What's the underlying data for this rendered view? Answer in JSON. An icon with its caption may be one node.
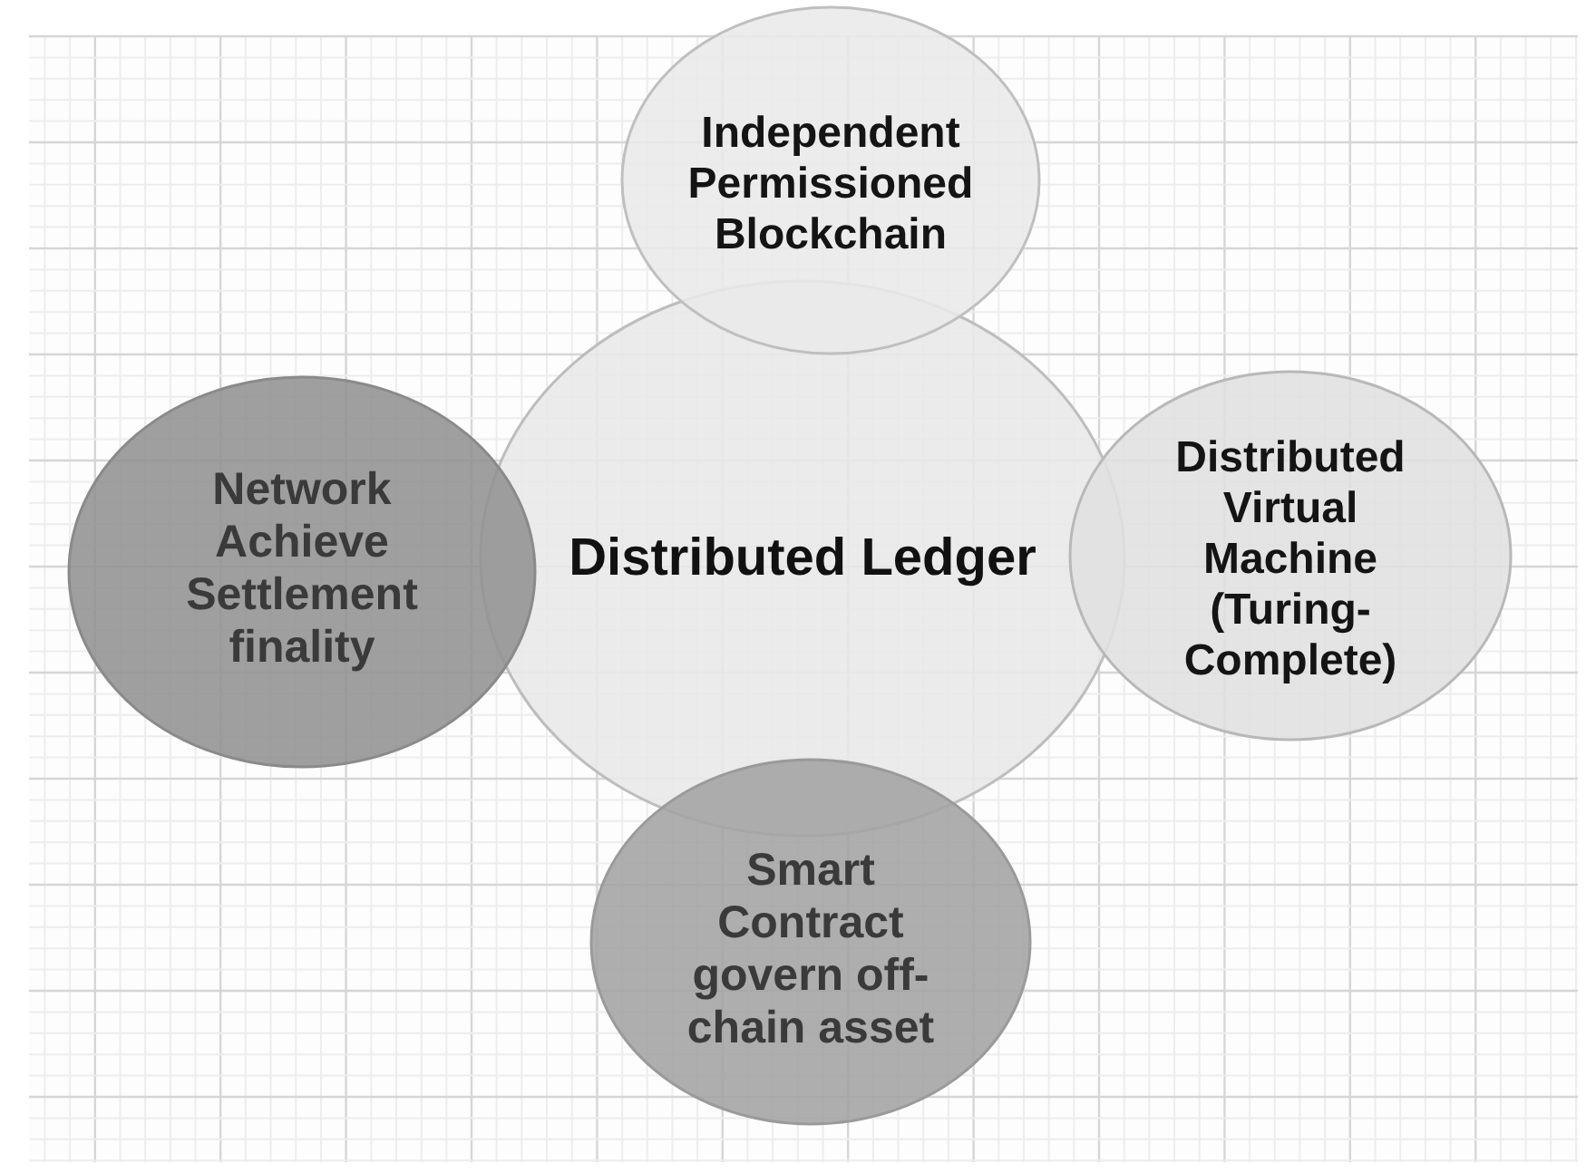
{
  "diagram": {
    "nodes": [
      {
        "text": [
          "Independent Permissioned Blockchain"
        ]
      },
      {
        "text": [
          "Network Achieve Settlement finality"
        ]
      },
      {
        "text": [
          "Distributed Ledger"
        ]
      },
      {
        "text": [
          "Distributed Virtual Machine (Turing-Complete)"
        ]
      },
      {
        "text": [
          "Smart Contract govern off-chain asset"
        ]
      }
    ]
  }
}
